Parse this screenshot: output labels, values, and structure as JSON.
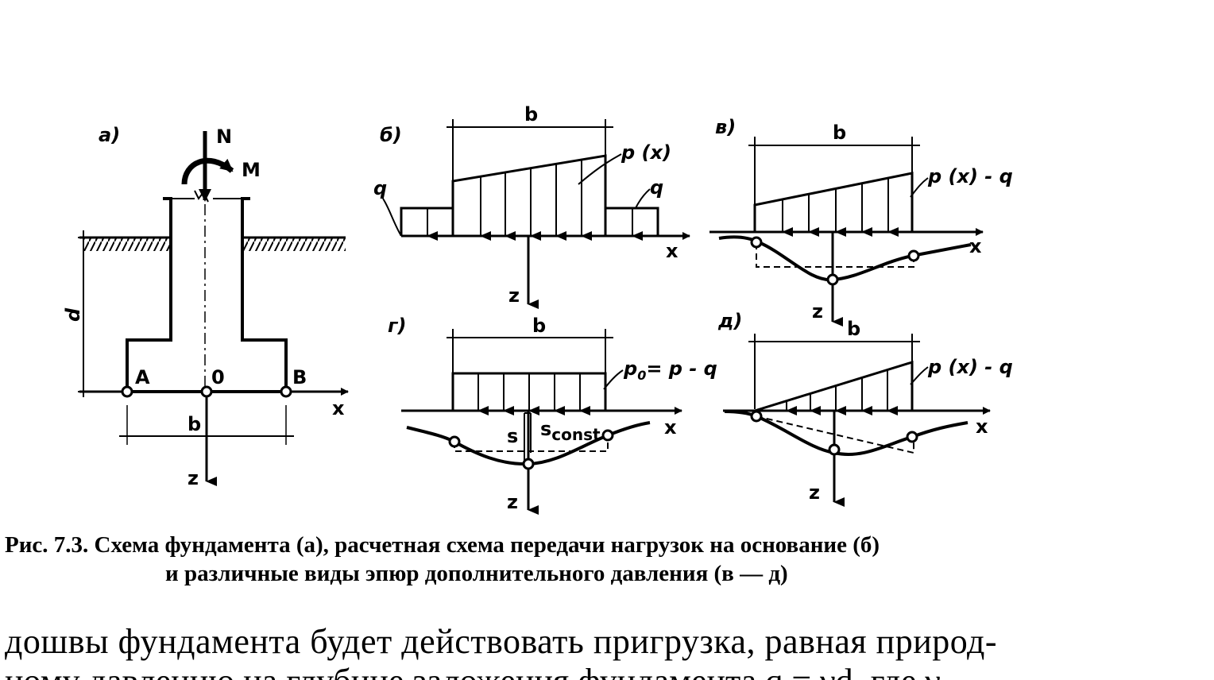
{
  "figure": {
    "panel_a": {
      "letter": "а)",
      "force": "N",
      "moment": "M",
      "depth": "d",
      "point_a": "A",
      "point_o": "0",
      "point_b": "B",
      "width": "b",
      "axis_x": "x",
      "axis_z": "z"
    },
    "panel_b": {
      "letter": "б)",
      "width": "b",
      "load": "p (x)",
      "surcharge_left": "q",
      "surcharge_right": "q",
      "axis_x": "x",
      "axis_z": "z"
    },
    "panel_v": {
      "letter": "в)",
      "width": "b",
      "load": "p (x) - q",
      "axis_x": "x",
      "axis_z": "z"
    },
    "panel_g": {
      "letter": "г)",
      "width": "b",
      "load": "p",
      "load_sub": "0",
      "load_rest": "= p - q",
      "settle": "s",
      "settle_const": "s",
      "settle_const_sub": "const",
      "axis_x": "x",
      "axis_z": "z"
    },
    "panel_d": {
      "letter": "д)",
      "width": "b",
      "load": "p (x) - q",
      "axis_x": "x",
      "axis_z": "z"
    }
  },
  "caption": {
    "line1": "Рис. 7.3. Схема фундамента (а), расчетная схема передачи нагрузок на основание (б)",
    "line2": "и различные виды эпюр дополнительного давления (в — д)"
  },
  "body_text": {
    "line1": "дошвы фундамента будет действовать пригрузка, равная природ-",
    "line2": "ному давлению на глубине заложения фундамента q = γd, где γ —"
  }
}
